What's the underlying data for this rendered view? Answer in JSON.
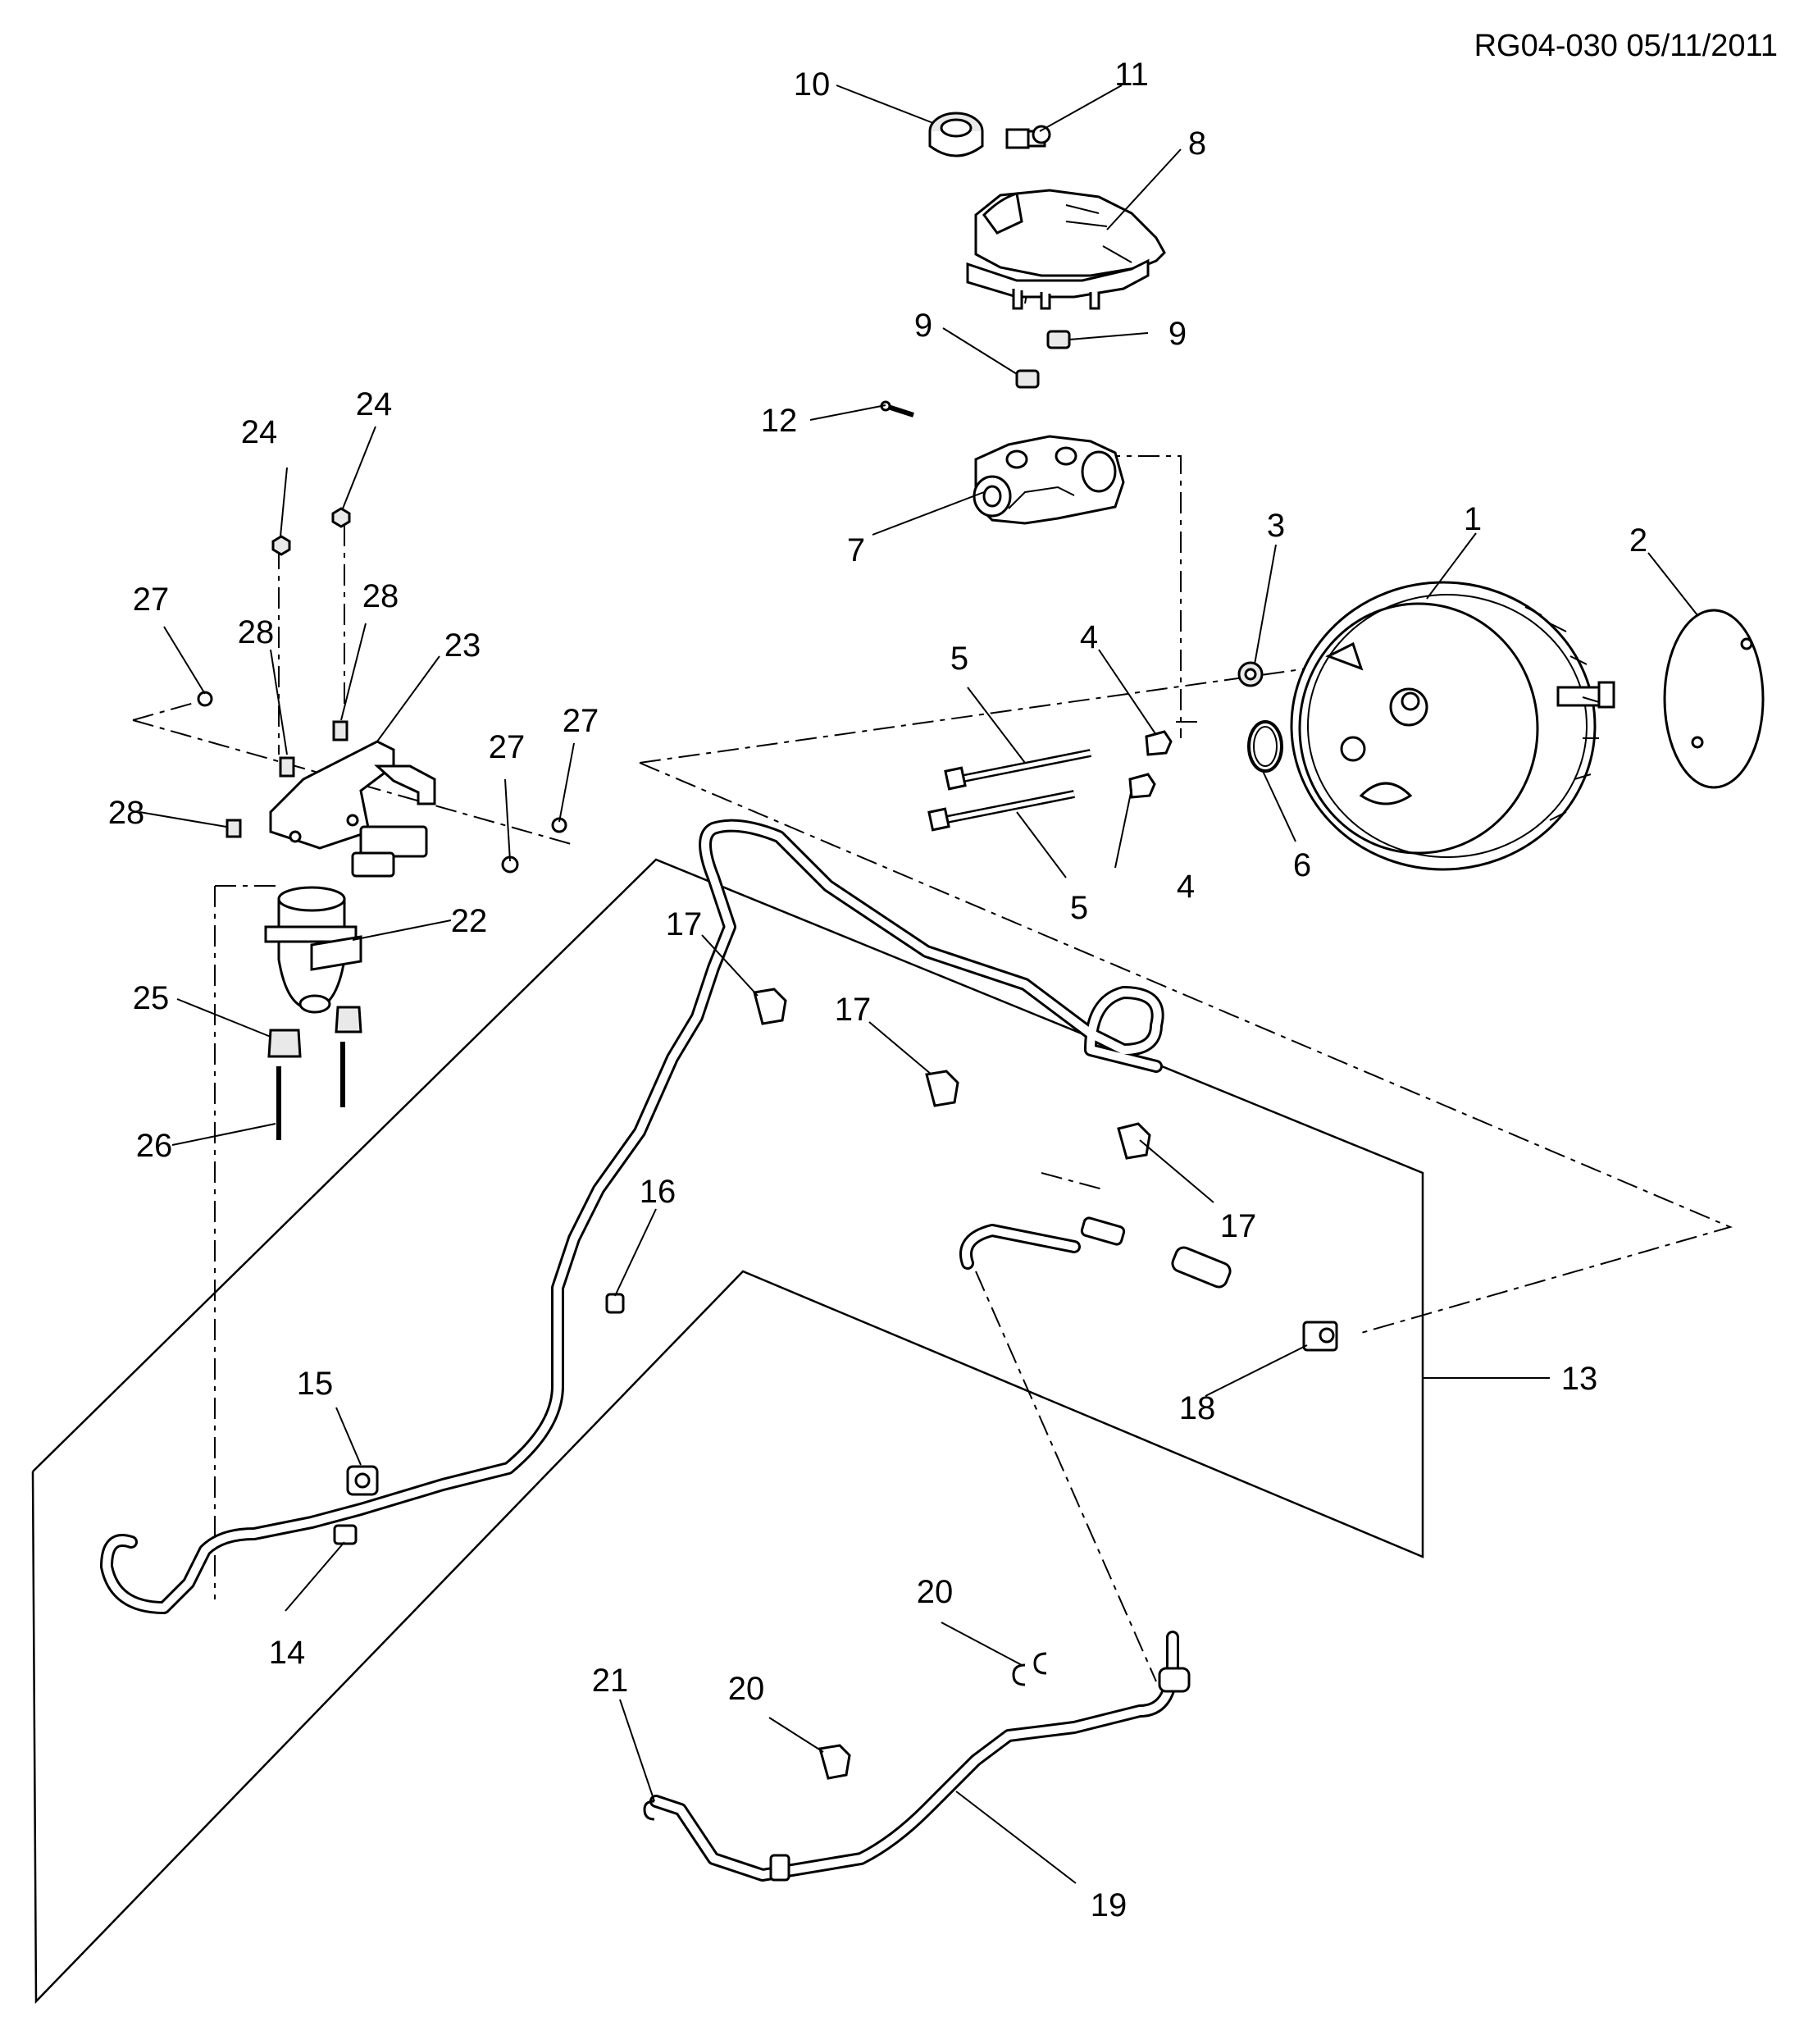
{
  "header": {
    "ref": "RG04-030 05/11/2011"
  },
  "callouts": {
    "c1": "1",
    "c2": "2",
    "c3": "3",
    "c4a": "4",
    "c4b": "4",
    "c5a": "5",
    "c5b": "5",
    "c6": "6",
    "c7": "7",
    "c8": "8",
    "c9a": "9",
    "c9b": "9",
    "c10": "10",
    "c11": "11",
    "c12": "12",
    "c13": "13",
    "c14": "14",
    "c15": "15",
    "c16": "16",
    "c17a": "17",
    "c17b": "17",
    "c17c": "17",
    "c18": "18",
    "c19": "19",
    "c20a": "20",
    "c20b": "20",
    "c21": "21",
    "c22": "22",
    "c23": "23",
    "c24a": "24",
    "c24b": "24",
    "c25": "25",
    "c26": "26",
    "c27a": "27",
    "c27b": "27",
    "c27c": "27",
    "c28a": "28",
    "c28b": "28",
    "c28c": "28"
  }
}
